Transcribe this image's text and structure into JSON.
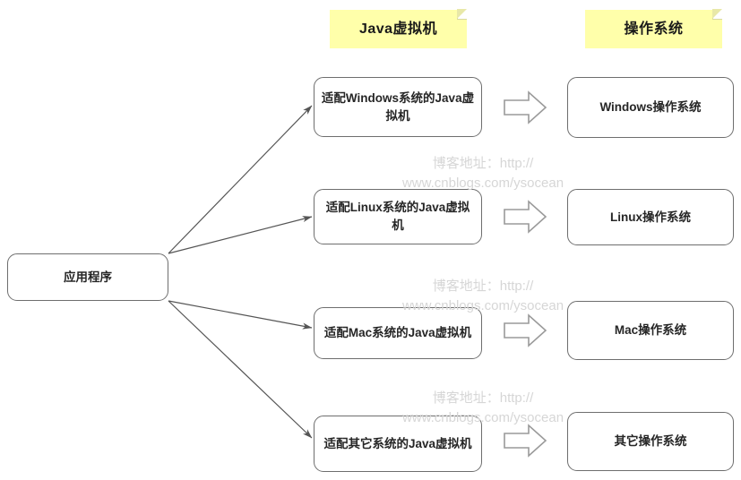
{
  "diagram": {
    "title_banners": [
      {
        "id": "jvm",
        "label": "Java虚拟机",
        "color": "#ffffaa"
      },
      {
        "id": "os",
        "label": "操作系统",
        "color": "#ffffaa"
      }
    ],
    "root": {
      "id": "app",
      "label": "应用程序"
    },
    "jvm_nodes": [
      {
        "id": "jvm-windows",
        "label": "适配Windows系统的Java虚拟机"
      },
      {
        "id": "jvm-linux",
        "label": "适配Linux系统的Java虚拟机"
      },
      {
        "id": "jvm-mac",
        "label": "适配Mac系统的Java虚拟机"
      },
      {
        "id": "jvm-other",
        "label": "适配其它系统的Java虚拟机"
      }
    ],
    "os_nodes": [
      {
        "id": "os-windows",
        "label": "Windows操作系统"
      },
      {
        "id": "os-linux",
        "label": "Linux操作系统"
      },
      {
        "id": "os-mac",
        "label": "Mac操作系统"
      },
      {
        "id": "os-other",
        "label": "其它操作系统"
      }
    ],
    "block_arrows": [
      {
        "id": "arrow-windows",
        "direction": "right"
      },
      {
        "id": "arrow-linux",
        "direction": "right"
      },
      {
        "id": "arrow-mac",
        "direction": "right"
      },
      {
        "id": "arrow-other",
        "direction": "right"
      }
    ],
    "connectors": [
      {
        "id": "app-to-jvm-windows",
        "from": "app",
        "to": "jvm-windows",
        "style": "arrow"
      },
      {
        "id": "app-to-jvm-linux",
        "from": "app",
        "to": "jvm-linux",
        "style": "arrow"
      },
      {
        "id": "app-to-jvm-mac",
        "from": "app",
        "to": "jvm-mac",
        "style": "arrow"
      },
      {
        "id": "app-to-jvm-other",
        "from": "app",
        "to": "jvm-other",
        "style": "arrow"
      }
    ],
    "watermarks": [
      {
        "id": "watermark-1",
        "text": "博客地址：http://\nwww.cnblogs.com/ysocean"
      },
      {
        "id": "watermark-2",
        "text": "博客地址：http://\nwww.cnblogs.com/ysocean"
      },
      {
        "id": "watermark-3",
        "text": "博客地址：http://\nwww.cnblogs.com/ysocean"
      }
    ],
    "colors": {
      "banner_fill": "#ffffaa",
      "node_stroke": "#6e6e6e",
      "node_fill": "#ffffff",
      "connector_stroke": "#555555",
      "arrow_stroke": "#8c8c8c",
      "watermark_text": "#d6d6d6",
      "background": "#ffffff"
    }
  }
}
